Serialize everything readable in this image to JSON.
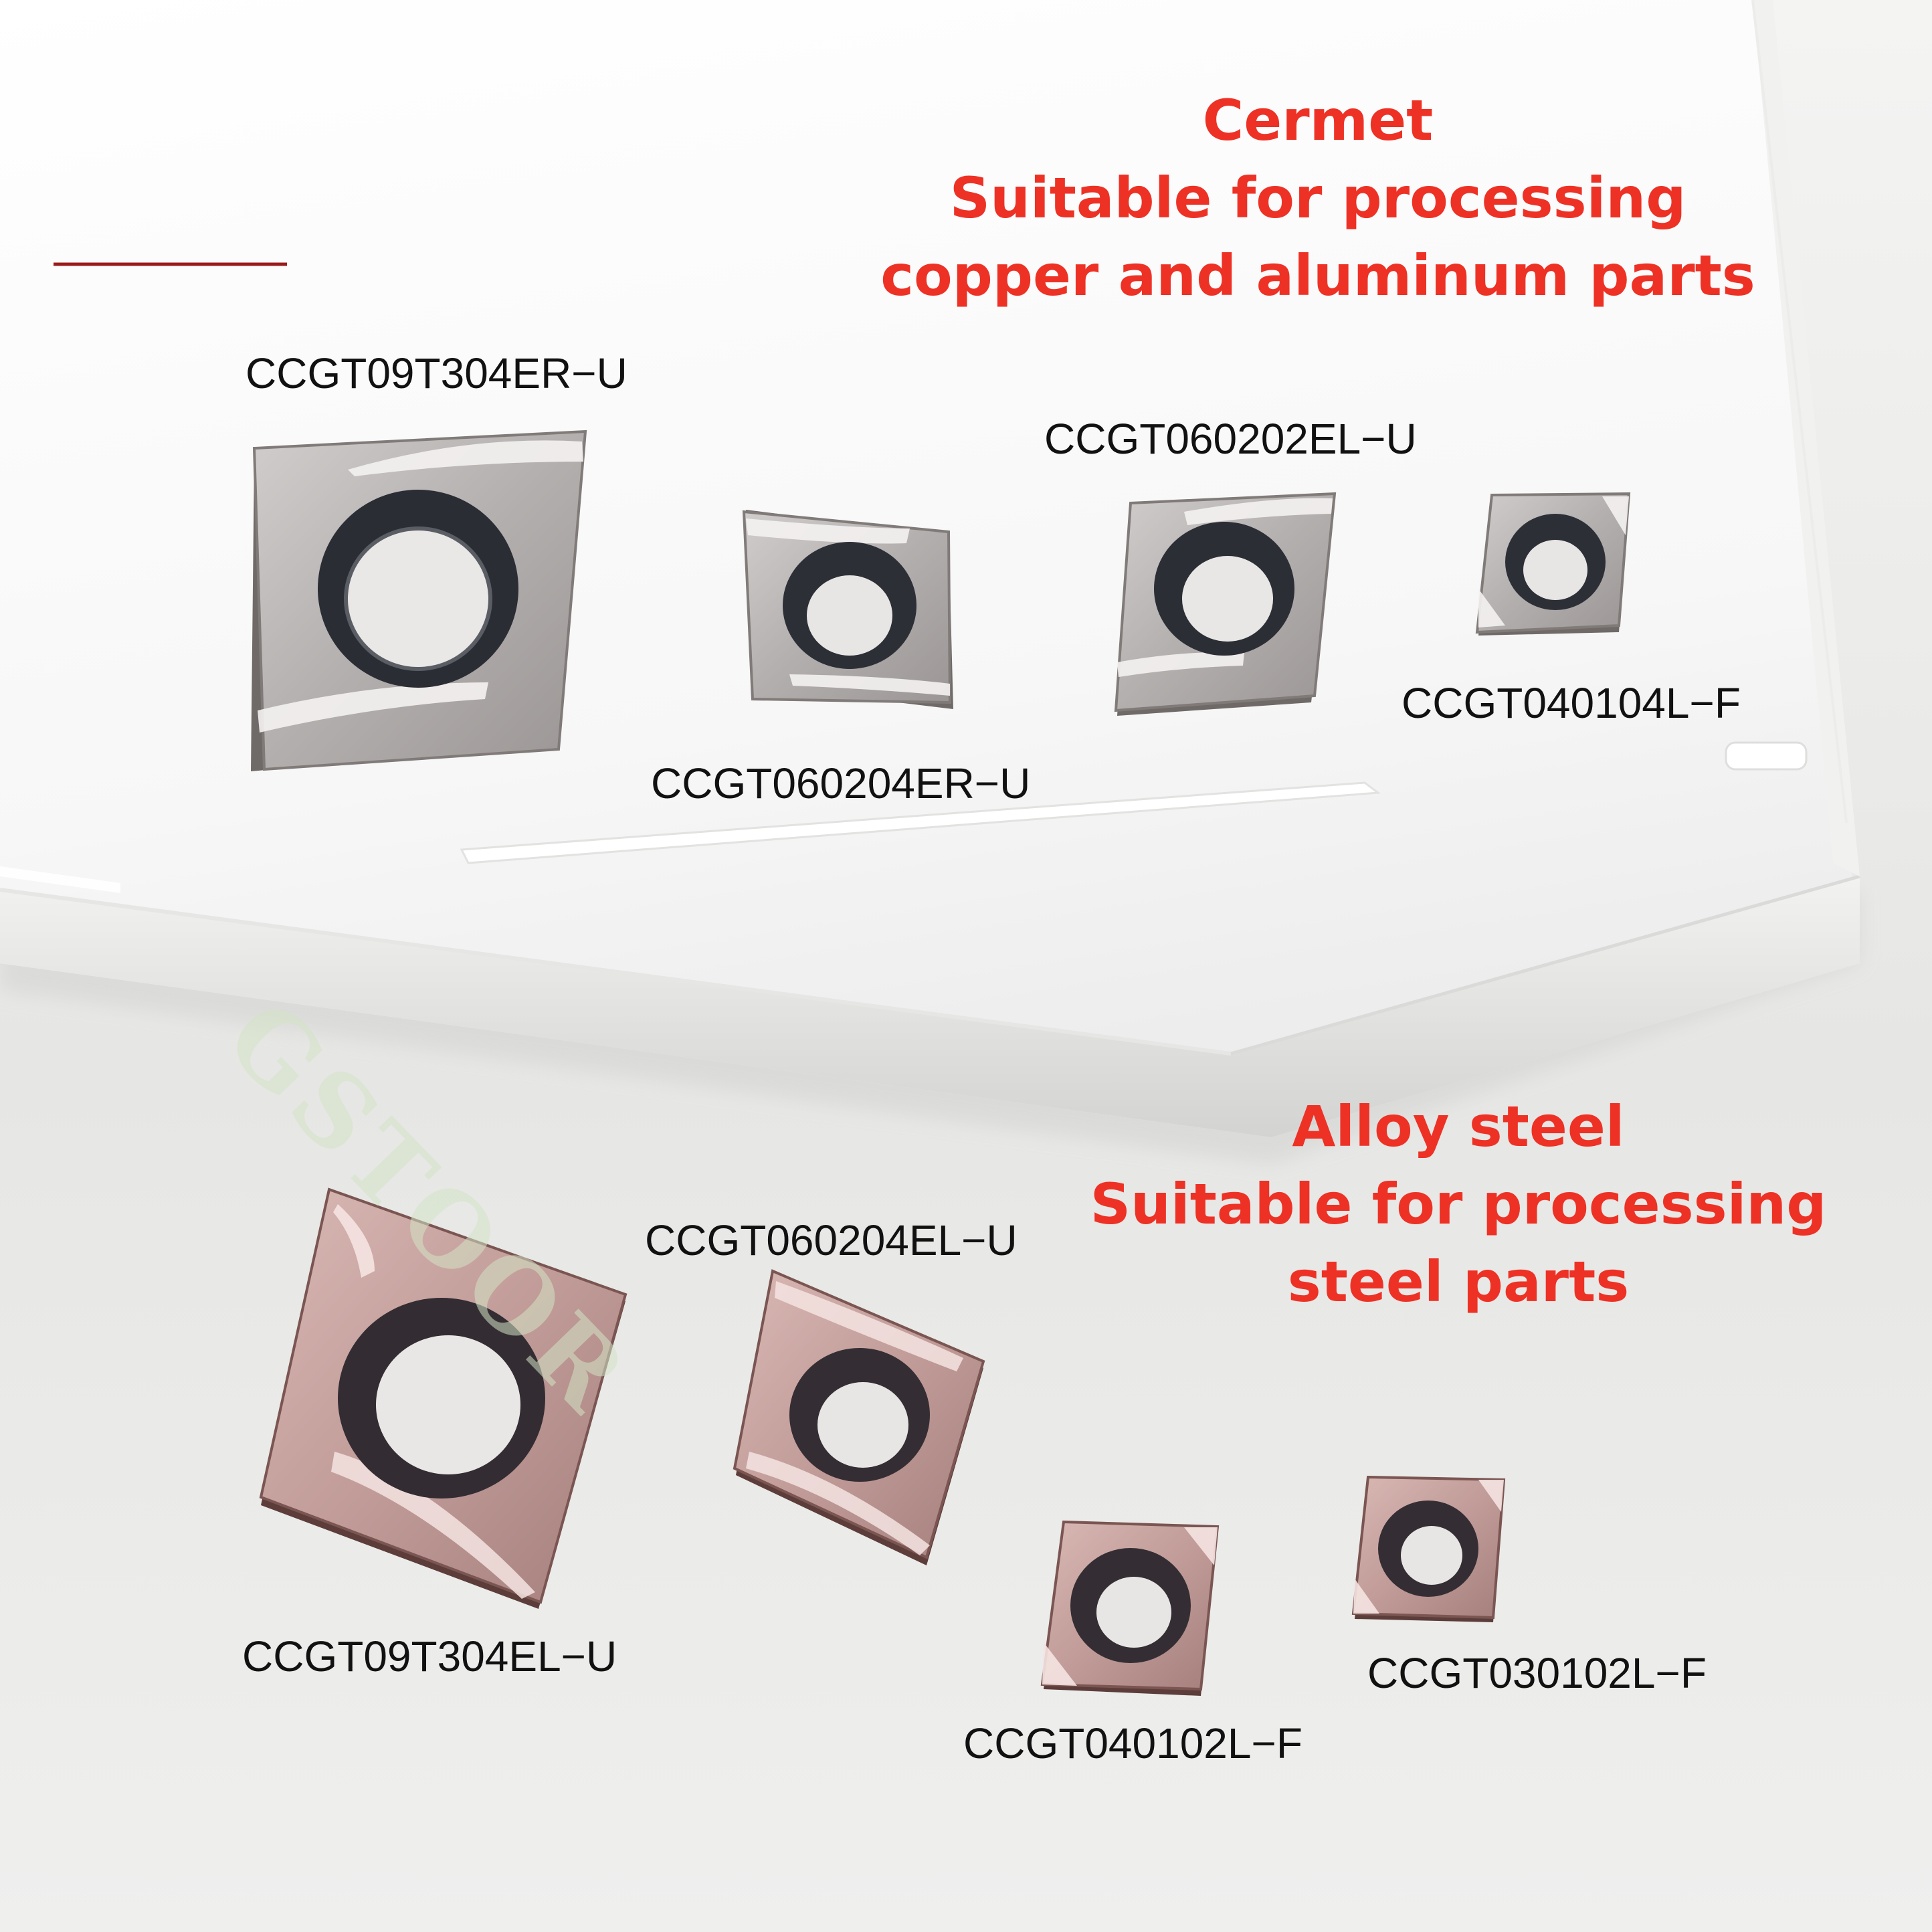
{
  "colors": {
    "heading_red": "#ee3125",
    "label_text": "#111111",
    "accent_line": "#9b1b1b",
    "tray_white": "#fbfbfb",
    "tray_shadow": "#dcdcdb",
    "backdrop": "#ebebe9",
    "cermet_face": "#b9b6b5",
    "cermet_edge": "#7d7876",
    "cermet_hole_ring": "#2d2f36",
    "alloy_face": "#c6a29f",
    "alloy_edge": "#6e4a47",
    "alloy_hole_ring": "#363037",
    "watermark": "#d4e3c4"
  },
  "cermet_heading": {
    "lines": [
      "Cermet",
      "Suitable for processing",
      "copper and aluminum parts"
    ]
  },
  "alloy_heading": {
    "lines": [
      "Alloy steel",
      "Suitable for processing",
      "steel parts"
    ]
  },
  "cermet_labels": [
    "CCGT09T304ER−U",
    "CCGT060202EL−U",
    "CCGT060204ER−U",
    "CCGT040104L−F"
  ],
  "alloy_labels": [
    "CCGT060204EL−U",
    "CCGT09T304EL−U",
    "CCGT030102L−F",
    "CCGT040102L−F"
  ],
  "watermark": {
    "text": "GSTOOR"
  },
  "icons": {
    "inserts": "rhombic-carbide-insert-icon",
    "tray": "plastic-tray-icon"
  }
}
